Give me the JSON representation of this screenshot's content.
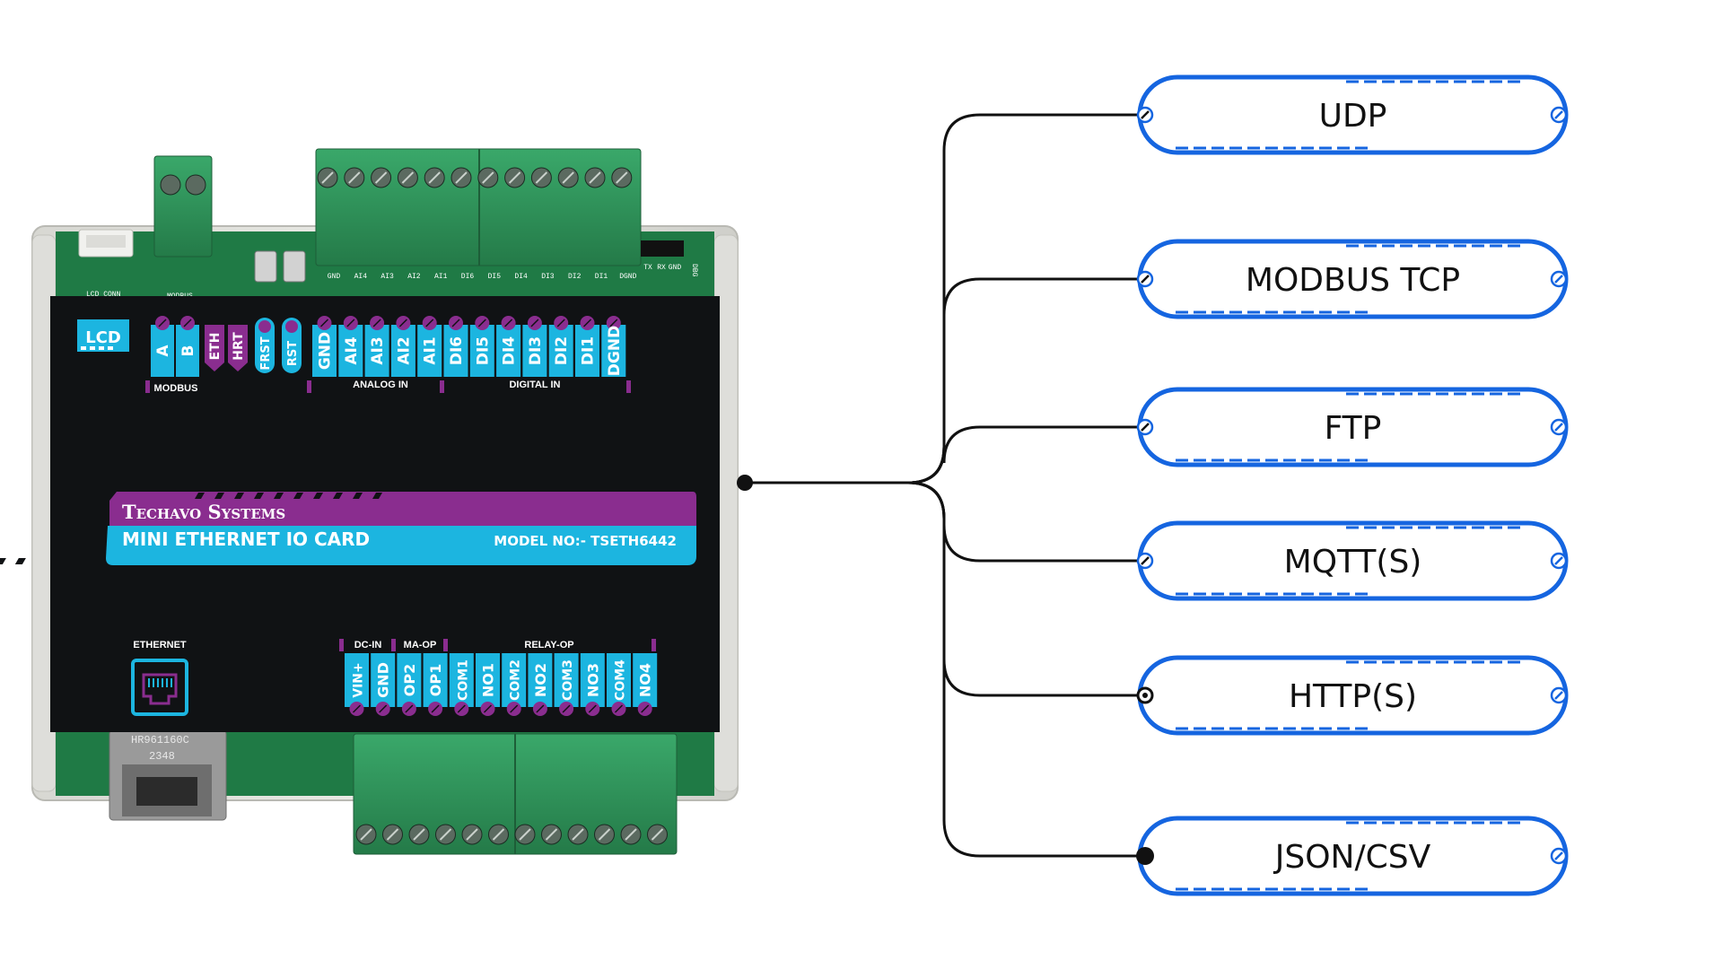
{
  "device": {
    "brand": "Techavo Systems",
    "product": "MINI ETHERNET IO CARD",
    "model": "MODEL NO:- TSETH6442",
    "lcd_label": "LCD",
    "ethernet_label": "ETHERNET",
    "jack_marking_1": "HR961160C",
    "jack_marking_2": "2348",
    "header_pcb": [
      "GND",
      "AI4",
      "AI3",
      "AI2",
      "AI1",
      "DI6",
      "DI5",
      "DI4",
      "DI3",
      "DI2",
      "DI1",
      "DGND"
    ],
    "debug_pcb": [
      "TX",
      "RX",
      "GND"
    ],
    "debug_label": "DBG",
    "lcd_conn_label": "LCD_CONN",
    "modbus_pcb": "MODBUS",
    "top_groups": {
      "modbus": {
        "label": "MODBUS",
        "pins": [
          "A",
          "B"
        ]
      },
      "status": {
        "pins": [
          "ETH",
          "HRT"
        ],
        "color": "#8a2d8f"
      },
      "buttons": {
        "pins": [
          "FRST",
          "RST"
        ]
      },
      "analog": {
        "label": "ANALOG IN",
        "pins": [
          "GND",
          "AI4",
          "AI3",
          "AI2",
          "AI1"
        ]
      },
      "digital": {
        "label": "DIGITAL IN",
        "pins": [
          "DI6",
          "DI5",
          "DI4",
          "DI3",
          "DI2",
          "DI1",
          "DGND"
        ]
      }
    },
    "bottom_groups": {
      "dcin": {
        "label": "DC-IN",
        "pins": [
          "VIN+",
          "GND"
        ]
      },
      "maop": {
        "label": "MA-OP",
        "pins": [
          "OP2",
          "OP1"
        ]
      },
      "relay": {
        "label": "RELAY-OP",
        "pins": [
          "COM1",
          "NO1",
          "COM2",
          "NO2",
          "COM3",
          "NO3",
          "COM4",
          "NO4"
        ]
      }
    },
    "colors": {
      "cyan": "#1cb5e0",
      "purple": "#8a2d8f",
      "panel": "#101214",
      "pcb": "#1f7a45",
      "terminal": "#2f9a5e"
    }
  },
  "protocols": [
    {
      "label": "UDP"
    },
    {
      "label": "MODBUS TCP"
    },
    {
      "label": "FTP"
    },
    {
      "label": "MQTT(S)"
    },
    {
      "label": "HTTP(S)"
    },
    {
      "label": "JSON/CSV"
    }
  ],
  "connector_color": "#1565e0"
}
